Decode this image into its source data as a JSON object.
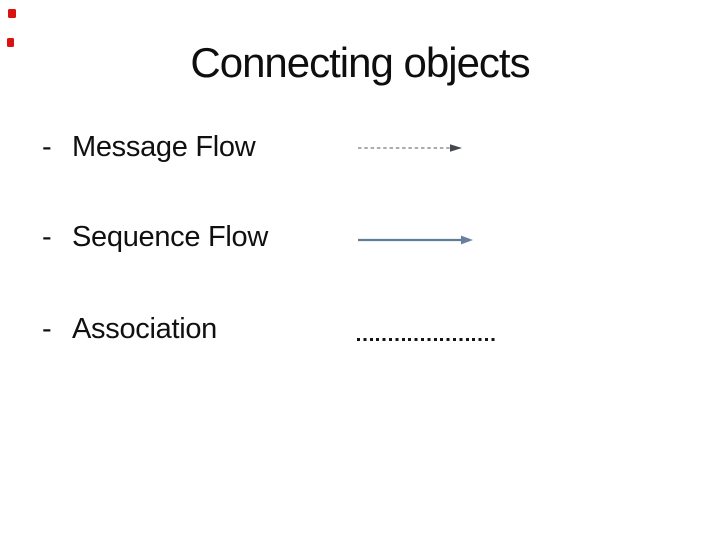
{
  "slide": {
    "title": "Connecting objects",
    "bullet_marker": "-",
    "items": [
      {
        "label": "Message Flow",
        "connector": "dashed-arrow"
      },
      {
        "label": "Sequence Flow",
        "connector": "solid-arrow"
      },
      {
        "label": "Association",
        "connector": "dotted-line"
      }
    ],
    "colors": {
      "background": "#ffffff",
      "text": "#101010",
      "dashed_arrow_line": "#8d9199",
      "dashed_arrow_head": "#45494f",
      "solid_arrow_line": "#5f7d95",
      "solid_arrow_head": "#68809f",
      "dotted_line": "#141414",
      "edge_artifact_red": "#d91212"
    }
  }
}
